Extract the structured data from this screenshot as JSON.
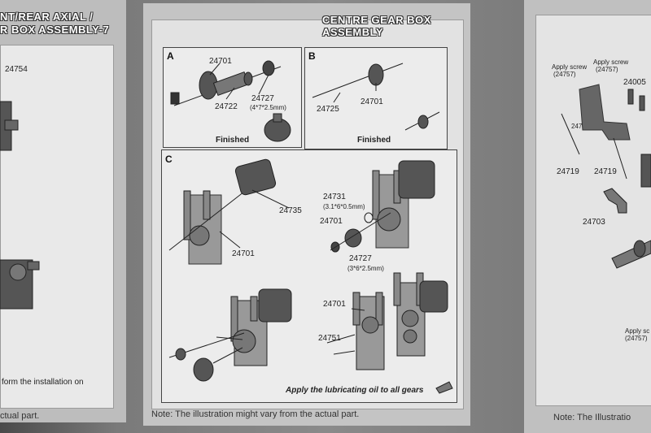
{
  "left_page": {
    "header": [
      "NT/REAR AXIAL /",
      "R BOX ASSEMBLY-7"
    ],
    "parts": [
      "24754"
    ],
    "footer_text": "form the installation on",
    "note": "ctual part."
  },
  "center_page": {
    "header": [
      "CENTRE GEAR BOX",
      "ASSEMBLY"
    ],
    "panel_a": {
      "label": "A",
      "parts": {
        "p24701": "24701",
        "p24722": "24722",
        "p24727": "24727",
        "p24727_size": "(4*7*2.5mm)"
      },
      "finished": "Finished"
    },
    "panel_b": {
      "label": "B",
      "parts": {
        "p24725": "24725",
        "p24701": "24701"
      },
      "finished": "Finished"
    },
    "panel_c": {
      "label": "C",
      "parts": {
        "p24735": "24735",
        "p24701_top": "24701",
        "p24731": "24731",
        "p24731_size": "(3.1*6*0.5mm)",
        "p24701_gear": "24701",
        "p24727": "24727",
        "p24727_size": "(3*6*2.5mm)",
        "p24701_bottom": "24701",
        "p24751": "24751"
      },
      "oil_note": "Apply the lubricating oil to all gears"
    },
    "note": "Note: The illustration might vary from the actual part."
  },
  "right_page": {
    "apply_screw_1": [
      "Apply screw",
      "(24757)"
    ],
    "apply_screw_2": [
      "Apply screw",
      "(24757)"
    ],
    "parts": {
      "p24005": "24005",
      "p2473": "2473",
      "p24719_a": "24719",
      "p24719_b": "24719",
      "p24703": "24703"
    },
    "apply_screw_3": [
      "Apply sc",
      "(24757)"
    ],
    "note": "Note: The Illustratio"
  }
}
